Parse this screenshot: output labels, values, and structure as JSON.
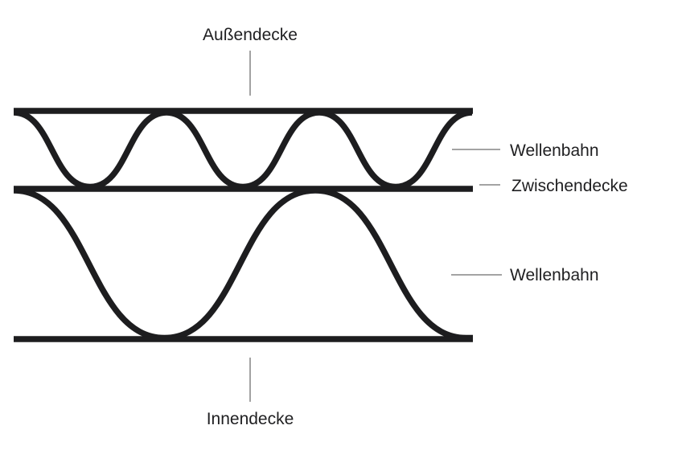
{
  "diagram": {
    "subject": "corrugated-board-structure",
    "labels": {
      "ausendecke": "Außendecke",
      "wellenbahn_top": "Wellenbahn",
      "zwischendecke": "Zwischendecke",
      "wellenbahn_bottom": "Wellenbahn",
      "innendecke": "Innendecke"
    },
    "colors": {
      "stroke": "#1d1d1f",
      "leader": "#a3a3a3",
      "text": "#1f1f21",
      "background": "#ffffff"
    }
  }
}
